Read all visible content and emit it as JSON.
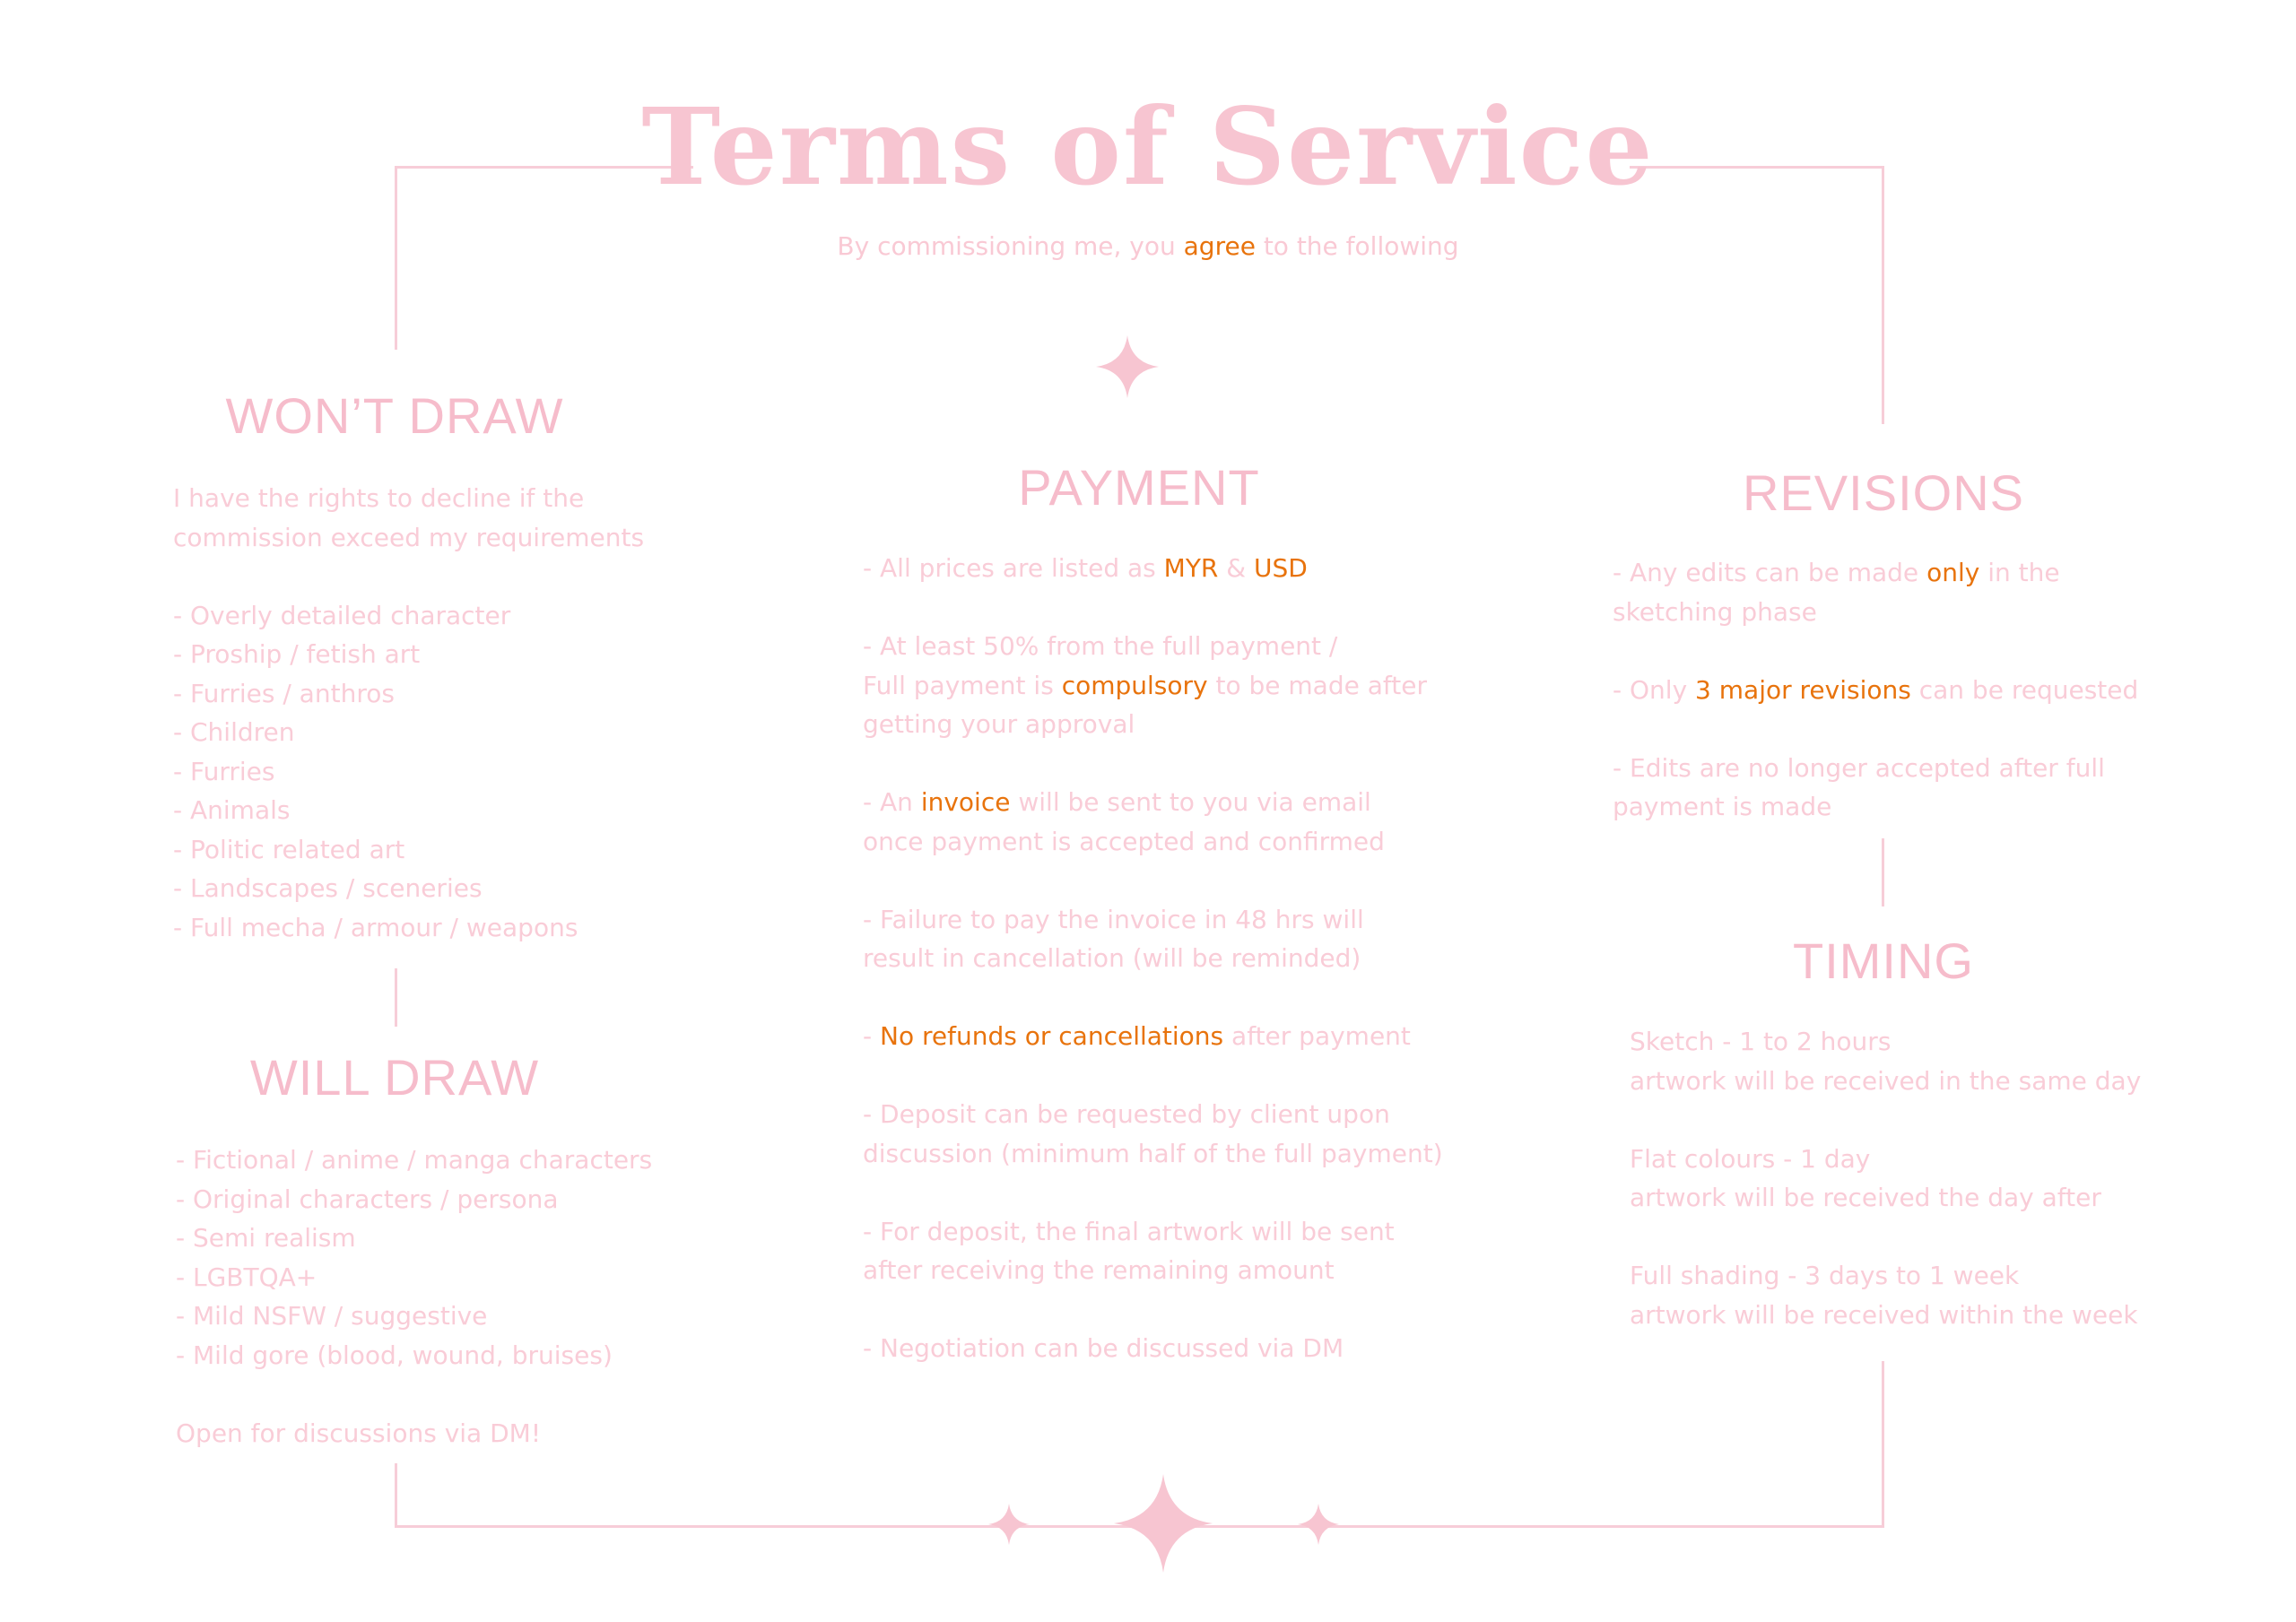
{
  "header": {
    "title": "Terms of Service",
    "subtitle": {
      "before": "By commissioning me, you ",
      "highlight": "agree",
      "after": " to the following"
    }
  },
  "wont_draw": {
    "heading": "WON’T DRAW",
    "intro": [
      "I have the rights to decline if the",
      "commission exceed my requirements"
    ],
    "items": [
      "- Overly detailed character",
      "- Proship / fetish art",
      "- Furries / anthros",
      "- Children",
      "- Furries",
      "- Animals",
      "- Politic related art",
      "- Landscapes / sceneries",
      "- Full mecha / armour / weapons"
    ]
  },
  "will_draw": {
    "heading": "WILL DRAW",
    "items": [
      "- Fictional / anime / manga characters",
      "- Original characters / persona",
      "- Semi realism",
      "- LGBTQA+",
      "- Mild NSFW / suggestive",
      "- Mild gore (blood, wound, bruises)"
    ],
    "footer": "Open for discussions via DM!"
  },
  "payment": {
    "heading": "PAYMENT",
    "prices": {
      "before": "- All prices are listed as ",
      "currency1": "MYR",
      "amp": " & ",
      "currency2": "USD"
    },
    "full_payment": {
      "line1": "- At least 50% from the full payment /",
      "line2_before": "Full payment is ",
      "line2_highlight": "compulsory",
      "line2_after": " to be made after",
      "line3": "getting your approval"
    },
    "invoice": {
      "line1_before": "- An ",
      "line1_highlight": "invoice",
      "line1_after": " will be sent to you via email",
      "line2": "once payment is accepted and confirmed"
    },
    "failure": [
      "- Failure to pay the invoice in 48 hrs will",
      "result in cancellation (will be reminded)"
    ],
    "refunds": {
      "dash": "- ",
      "highlight": "No refunds or cancellations",
      "after": " after payment"
    },
    "deposit_request": [
      "- Deposit can be requested by client upon",
      "discussion (minimum half of the full payment)"
    ],
    "deposit_final": [
      "- For deposit, the final artwork will be sent",
      "after receiving the remaining amount"
    ],
    "negotiation": "- Negotiation can be discussed via DM"
  },
  "revisions": {
    "heading": "REVISIONS",
    "edits": {
      "before": "- Any edits can be made ",
      "highlight": "only",
      "after": " in the",
      "line2": "sketching phase"
    },
    "major": {
      "before": "- Only ",
      "highlight": "3 major revisions",
      "after": " can be requested"
    },
    "no_edits": [
      "- Edits are no longer accepted after full",
      "payment is made"
    ]
  },
  "timing": {
    "heading": "TIMING",
    "tiers": [
      {
        "name": "Sketch - 1 to 2 hours",
        "note": "artwork will be received in the same day"
      },
      {
        "name": "Flat colours - 1 day",
        "note": "artwork will be received the day after"
      },
      {
        "name": "Full shading - 3 days to 1 week",
        "note": "artwork will be received within the week"
      }
    ]
  },
  "colors": {
    "pink": "#f7c5d1",
    "accent": "#e8730c",
    "background": "#ffffff"
  },
  "icons": [
    "sparkle-icon"
  ]
}
